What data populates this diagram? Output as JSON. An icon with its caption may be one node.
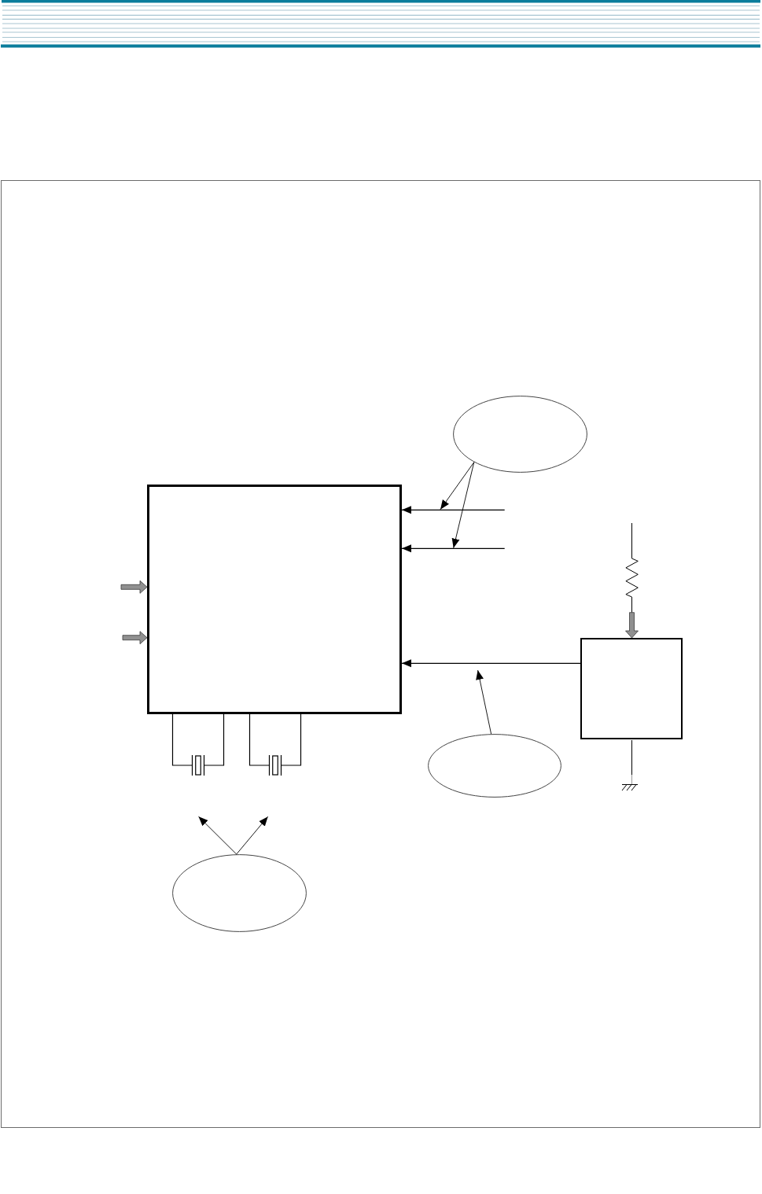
{
  "diagram": {
    "nodes": [
      {
        "text": [],
        "shape": "box"
      },
      {
        "text": [],
        "shape": "ellipse"
      },
      {
        "text": [],
        "shape": "box"
      },
      {
        "text": [],
        "shape": "ellipse"
      },
      {
        "text": [],
        "shape": "ellipse"
      }
    ],
    "edges": [
      {
        "from": 1,
        "to": null,
        "arrow": "to"
      },
      {
        "from": 1,
        "to": null,
        "arrow": "to"
      },
      {
        "from": null,
        "to": 0,
        "arrow": "to"
      },
      {
        "from": null,
        "to": 0,
        "arrow": "to"
      },
      {
        "from": null,
        "to": 0,
        "arrow": "to",
        "style": "thick",
        "color": "#909090"
      },
      {
        "from": null,
        "to": 2,
        "arrow": "to",
        "style": "thick",
        "color": "#909090"
      },
      {
        "from": null,
        "to": 0,
        "arrow": "to",
        "style": "thick",
        "color": "#909090"
      },
      {
        "from": 2,
        "to": 0,
        "arrow": "to"
      },
      {
        "from": 3,
        "to": null,
        "arrow": "to"
      },
      {
        "from": 4,
        "to": null,
        "arrow": "to"
      },
      {
        "from": 4,
        "to": null,
        "arrow": "to"
      }
    ]
  }
}
